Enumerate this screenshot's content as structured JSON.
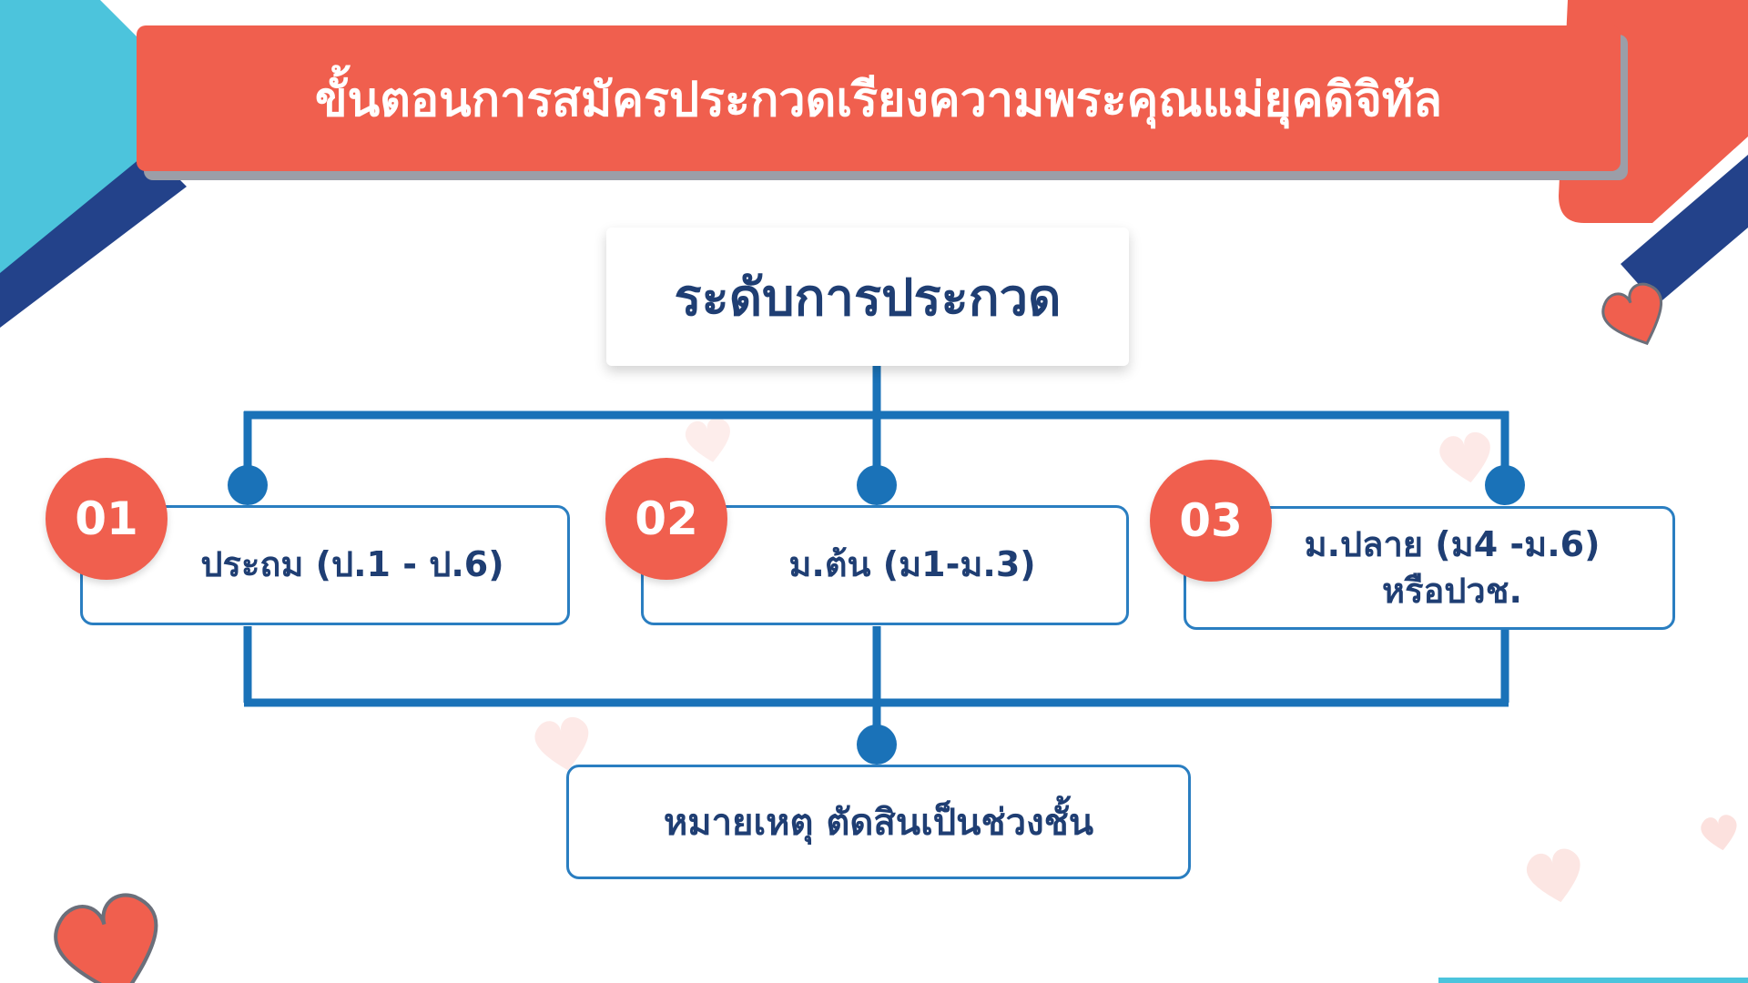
{
  "title": "ขั้นตอนการสมัครประกวดเรียงความพระคุณแม่ยุคดิจิทัล",
  "root": {
    "label": "ระดับการประกวด"
  },
  "levels": [
    {
      "number": "01",
      "label": "ประถม (ป.1 - ป.6)"
    },
    {
      "number": "02",
      "label": "ม.ต้น   (ม1-ม.3)"
    },
    {
      "number": "03",
      "label": "ม.ปลาย (ม4 -ม.6)\nหรือปวช."
    }
  ],
  "note": {
    "label": "หมายเหตุ ตัดสินเป็นช่วงชั้น"
  },
  "colors": {
    "accent_red": "#f05f4e",
    "connector_blue": "#1a72b8",
    "text_navy": "#1f3e73",
    "cyan": "#4cc4dc",
    "navy": "#23428a"
  },
  "icons": [
    "heart-icon"
  ]
}
